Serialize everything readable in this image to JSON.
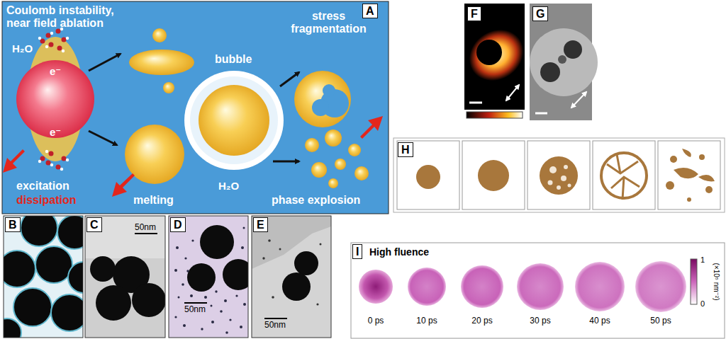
{
  "diagram": {
    "nodes": [
      {
        "text": [
          "A",
          "Coulomb instability, near field ablation",
          "H₂O",
          "e⁻",
          "e⁻",
          "bubble",
          "H₂O",
          "stress fragmentation",
          "melting",
          "excitation",
          "dissipation",
          "phase explosion"
        ]
      },
      {
        "text": [
          "B"
        ]
      },
      {
        "text": [
          "C",
          "50nm"
        ]
      },
      {
        "text": [
          "D",
          "50nm"
        ]
      },
      {
        "text": [
          "E",
          "50nm"
        ]
      },
      {
        "text": [
          "F"
        ]
      },
      {
        "text": [
          "G"
        ]
      },
      {
        "text": [
          "H"
        ]
      },
      {
        "text": [
          "I",
          "High fluence",
          "0 ps",
          "10 ps",
          "20 ps",
          "30 ps",
          "40 ps",
          "50 ps",
          "1",
          "0",
          "(×10⁵ nm⁻²)"
        ]
      }
    ]
  }
}
